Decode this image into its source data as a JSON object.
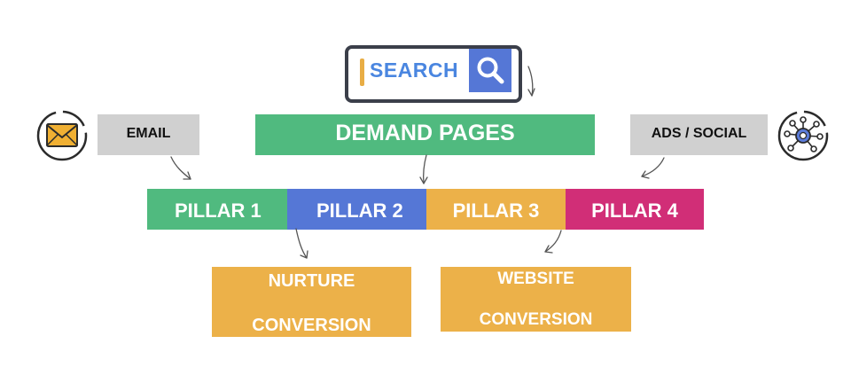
{
  "diagram": {
    "search": {
      "label": "SEARCH",
      "icon": "magnifier-icon"
    },
    "demand_pages": {
      "label": "DEMAND PAGES"
    },
    "email": {
      "label": "EMAIL",
      "icon": "envelope-icon"
    },
    "ads_social": {
      "label": "ADS / SOCIAL",
      "icon": "network-hub-icon"
    },
    "pillars": [
      {
        "label": "PILLAR 1"
      },
      {
        "label": "PILLAR 2"
      },
      {
        "label": "PILLAR 3"
      },
      {
        "label": "PILLAR 4"
      }
    ],
    "nurture": {
      "line1": "NURTURE",
      "line2": "CONVERSION"
    },
    "website": {
      "line1": "WEBSITE",
      "line2": "CONVERSION"
    }
  },
  "colors": {
    "green": "#50ba7f",
    "blue": "#5577d6",
    "orange": "#ecb149",
    "magenta": "#d12e77",
    "gray": "#d0d0d0",
    "search_text": "#4a86e0"
  }
}
